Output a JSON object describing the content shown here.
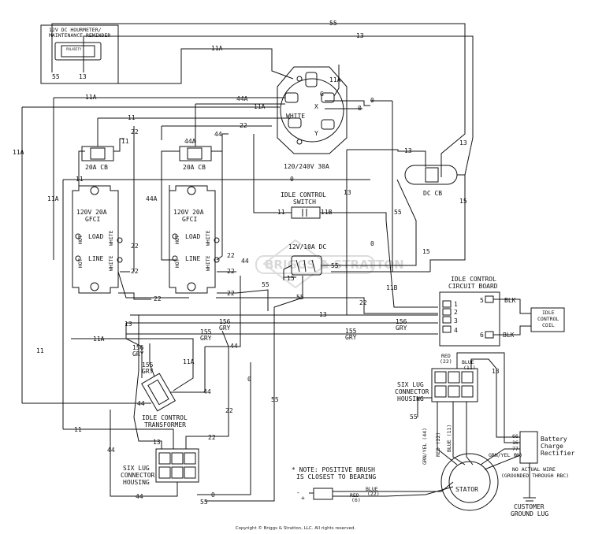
{
  "components": {
    "hourmeter": {
      "title_line1": "12V DC HOURMETER/",
      "title_line2": "MAINTENANCE REMINDER",
      "polarity": "POLARITY",
      "term_left": "55",
      "term_right": "13"
    },
    "cb_left": {
      "label": "20A CB"
    },
    "cb_mid": {
      "label": "20A CB"
    },
    "receptacle_30a": {
      "label": "120/240V 30A",
      "white": "WHITE",
      "g": "G",
      "x": "X",
      "y": "Y"
    },
    "gfci_left": {
      "rating": "120V 20A",
      "gfci": "GFCI",
      "load": "LOAD",
      "line": "LINE",
      "hot1": "HOT",
      "hot2": "HOT",
      "white1": "WHITE",
      "white2": "WHITE"
    },
    "gfci_mid": {
      "rating": "120V 20A",
      "gfci": "GFCI",
      "load": "LOAD",
      "line": "LINE",
      "hot1": "HOT",
      "hot2": "HOT",
      "white1": "WHITE",
      "white2": "WHITE"
    },
    "dc_cb": {
      "label": "DC CB"
    },
    "idle_switch": {
      "line1": "IDLE CONTROL",
      "line2": "SWITCH"
    },
    "dc_12v": {
      "label": "12V/10A DC"
    },
    "idle_board": {
      "line1": "IDLE CONTROL",
      "line2": "CIRCUIT BOARD",
      "pin1": "1",
      "pin2": "2",
      "pin3": "3",
      "pin4": "4",
      "pin5": "5",
      "pin6": "6",
      "blk1": "BLK",
      "blk2": "BLK"
    },
    "idle_coil": {
      "line1": "IDLE",
      "line2": "CONTROL",
      "line3": "COIL"
    },
    "idle_transformer": {
      "line1": "IDLE CONTROL",
      "line2": "TRANSFORMER"
    },
    "six_lug_bottom": {
      "line1": "SIX LUG",
      "line2": "CONNECTOR",
      "line3": "HOUSING"
    },
    "six_lug_right": {
      "line1": "SIX LUG",
      "line2": "CONNECTOR",
      "line3": "HOUSING"
    },
    "stator": {
      "label": "STATOR"
    },
    "rectifier": {
      "line1": "Battery",
      "line2": "Charge",
      "line3": "Rectifier",
      "t66": "66",
      "t16": "16",
      "t77": "77",
      "t0": "0"
    },
    "ground_lug": {
      "line1": "CUSTOMER",
      "line2": "GROUND LUG"
    },
    "note": {
      "line1": "* NOTE: POSITIVE BRUSH",
      "line2": "IS CLOSEST TO BEARING",
      "minus": "-",
      "plus": "+"
    },
    "no_wire": {
      "line1": "NO ACTUAL WIRE",
      "line2": "(GROUNDED THROUGH RBC)"
    },
    "watermark": "BRIGGS & STRATTON"
  },
  "wire_labels": {
    "w55_top": "55",
    "w13_top": "13",
    "w11a_top": "11A",
    "w11a_rec": "11A",
    "w11a_left": "11A",
    "w11a_a": "11A",
    "w44a_a": "44A",
    "w0_a": "0",
    "w0_b": "0",
    "w11_a": "11",
    "w22_a": "22",
    "w22_b": "22",
    "w11_cb": "11",
    "w44a_cb": "44A",
    "w44_cb": "44",
    "w11a_side": "11A",
    "w11_mid": "11",
    "w0_mid": "0",
    "w44a_mid": "44A",
    "w13_dccb_a": "13",
    "w13_dccb_b": "13",
    "w15_a": "15",
    "w15_b": "15",
    "w11_sw": "11",
    "w11b_sw": "11B",
    "w13_sw": "13",
    "w55_sw": "55",
    "w0_sw": "0",
    "w22_l1": "22",
    "w22_l2": "22",
    "w22_m1": "22",
    "w22_m2": "22",
    "w44_m": "44",
    "w15_dc": "15",
    "w55_dc": "55",
    "w55_dc2": "55",
    "w22_g1": "22",
    "w22_g2": "22",
    "w11b_b": "11B",
    "w22_c": "22",
    "w13_b": "13",
    "w13_c": "13",
    "w156_a": "156",
    "gry_a": "GRY",
    "w156_b": "156",
    "gry_b": "GRY",
    "w155_a": "155",
    "gry_c": "GRY",
    "w155_b": "155",
    "gry_d": "GRY",
    "w11a_b": "11A",
    "w156_c": "156",
    "gry_e": "GRY",
    "w155_c": "155",
    "gry_f": "GRY",
    "w11a_t": "11A",
    "w44_t": "44",
    "w44_t2": "44",
    "w44_tl": "44",
    "w11_left": "11",
    "w11_bot": "11",
    "w13_bot": "13",
    "w22_bot": "22",
    "w22_bot2": "22",
    "w0_bot": "0",
    "w55_bot": "55",
    "w55_bot2": "55",
    "w44_bot": "44",
    "w44_bl": "44",
    "w0_vert": "0",
    "w55_vert": "55",
    "red_22": "RED",
    "red_22n": "(22)",
    "blue_11": "BLUE",
    "blue_11n": "(11)",
    "w13_r": "13",
    "w55_r": "55",
    "grn_44": "GRN/YEL (44)",
    "red_22b": "RED (22)",
    "blue_11b": "BLUE (11)",
    "grn_0": "GRN/YEL (0)",
    "blue_br": "BLUE",
    "blue_brn": "(22)",
    "red_br": "RED",
    "red_brn": "(6)"
  },
  "copyright": "Copyright © Briggs & Stratton, LLC. All rights reserved."
}
